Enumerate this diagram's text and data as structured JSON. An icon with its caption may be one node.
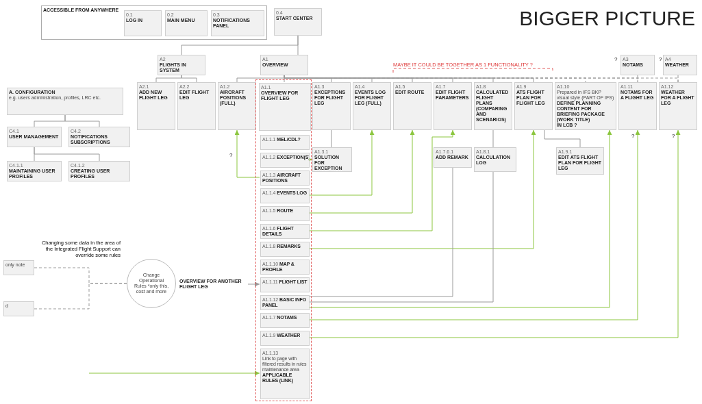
{
  "diagram": {
    "title": "BIGGER PICTURE",
    "nodes": [
      {
        "text": [
          "ACCESSIBLE FROM ANYWHERE"
        ]
      },
      {
        "text": [
          "0.1",
          "LOG IN"
        ],
        "in": 0
      },
      {
        "text": [
          "0.2",
          "MAIN MENU"
        ],
        "in": 0
      },
      {
        "text": [
          "0.3",
          "NOTIFICATIONS PANEL"
        ],
        "in": 0
      },
      {
        "text": [
          "0.4",
          "START CENTER"
        ]
      },
      {
        "text": [
          "A. CONFIGURATION",
          "e.g. users administration, profiles, LRC etc."
        ]
      },
      {
        "text": [
          "C4.1",
          "USER MANAGEMENT"
        ]
      },
      {
        "text": [
          "C4.2",
          "NOTIFICATIONS SUBSCRIPTIONS"
        ]
      },
      {
        "text": [
          "C4.1.1",
          "MAINTAINING USER PROFILES"
        ]
      },
      {
        "text": [
          "C4.1.2",
          "CREATING USER PROFILES"
        ]
      },
      {
        "text": [
          "A2",
          "FLIGHTS IN SYSTEM"
        ]
      },
      {
        "text": [
          "A2.1",
          "ADD NEW FLIGHT LEG"
        ]
      },
      {
        "text": [
          "A2.2",
          "EDIT FLIGHT LEG"
        ]
      },
      {
        "text": [
          "A1",
          "OVERVIEW"
        ]
      },
      {
        "text": [
          "A1.2",
          "AIRCRAFT POSITIONS (FULL)"
        ]
      },
      {
        "text": [
          "A1.1",
          "OVERVIEW FOR FLIGHT LEG"
        ],
        "in": 31
      },
      {
        "text": [
          "A1.3",
          "EXCEPTIONS FOR FLIGHT LEG"
        ]
      },
      {
        "text": [
          "A1.4",
          "EVENTS LOG FOR FLIGHT LEG (FULL)"
        ]
      },
      {
        "text": [
          "A1.5",
          "EDIT ROUTE"
        ]
      },
      {
        "text": [
          "A1.7",
          "EDIT FLIGHT PARAMETERS"
        ]
      },
      {
        "text": [
          "A1.8",
          "CALCULATED FLIGHT PLANS (COMPARING AND SCENARIOS)"
        ]
      },
      {
        "text": [
          "A1.9",
          "ATS FLIGHT PLAN FOR FLIGHT LEG"
        ]
      },
      {
        "text": [
          "A1.10",
          "Prepared in IFS BKP visual style (PART OF IFS)",
          "DEFINE PLANNING CONTENT FOR BRIEFING PACKAGE (WORK TITLE)",
          "IN LCB ?"
        ]
      },
      {
        "text": [
          "A3",
          "NOTAMS"
        ],
        "beside": [
          "?"
        ]
      },
      {
        "text": [
          "A4",
          "WEATHER"
        ],
        "beside": [
          "?"
        ]
      },
      {
        "text": [
          "A1.11",
          "NOTAMS FOR A FLIGHT LEG"
        ],
        "beside": [
          "?"
        ]
      },
      {
        "text": [
          "A1.12",
          "WEATHER FOR A FLIGHT LEG"
        ],
        "beside": [
          "?"
        ]
      },
      {
        "text": [
          "A1.3.1",
          "SOLUTION FOR EXCEPTION"
        ]
      },
      {
        "text": [
          "A1.7.6.1",
          "ADD REMARK"
        ]
      },
      {
        "text": [
          "A1.8.1",
          "CALCULATION LOG"
        ]
      },
      {
        "text": [
          "A1.9.1",
          "EDIT ATS FLIGHT PLAN FOR FLIGHT LEG"
        ]
      },
      {
        "text": [],
        "shape": "box"
      },
      {
        "text": [
          "A1.1.1",
          "MEL/CDL?"
        ],
        "in": 31
      },
      {
        "text": [
          "A1.1.2",
          "EXCEPTION(S)"
        ],
        "in": 31
      },
      {
        "text": [
          "A1.1.3",
          "AIRCRAFT POSITIONS"
        ],
        "in": 31
      },
      {
        "text": [
          "A1.1.4",
          "EVENTS LOG"
        ],
        "in": 31
      },
      {
        "text": [
          "A1.1.5",
          "ROUTE"
        ],
        "in": 31
      },
      {
        "text": [
          "A1.1.6",
          "FLIGHT DETAILS"
        ],
        "in": 31
      },
      {
        "text": [
          "A1.1.8",
          "REMARKS"
        ],
        "in": 31
      },
      {
        "text": [
          "A1.1.10",
          "MAP & PROFILE"
        ],
        "in": 31
      },
      {
        "text": [
          "A1.1.11",
          "FLIGHT LIST"
        ],
        "in": 31
      },
      {
        "text": [
          "A1.1.12",
          "BASIC INFO PANEL"
        ],
        "in": 31
      },
      {
        "text": [
          "A1.1.7",
          "NOTAMS"
        ],
        "in": 31
      },
      {
        "text": [
          "A1.1.9",
          "WEATHER"
        ],
        "in": 31
      },
      {
        "text": [
          "A1.1.13",
          "Link to page with filtered results in rules maintenance area",
          "APPLICABLE RULES (LINK)"
        ],
        "in": 31
      },
      {
        "text": [
          "OVERVIEW FOR ANOTHER FLIGHT LEG"
        ]
      },
      {
        "text": [
          "Change Operational Rules *only this, cost and more"
        ]
      },
      {
        "text": [
          "only note"
        ]
      },
      {
        "text": [
          "d"
        ]
      }
    ],
    "edges": [
      {
        "from": 4,
        "to": 13,
        "arrow": "none"
      },
      {
        "from": 4,
        "to": 10,
        "arrow": "none"
      },
      {
        "from": 10,
        "to": 11,
        "arrow": "none"
      },
      {
        "from": 10,
        "to": 12,
        "arrow": "none"
      },
      {
        "from": 13,
        "to": 15,
        "arrow": "none"
      },
      {
        "from": 13,
        "to": 14,
        "arrow": "none"
      },
      {
        "from": 13,
        "to": 16,
        "arrow": "none"
      },
      {
        "from": 13,
        "to": 17,
        "arrow": "none"
      },
      {
        "from": 13,
        "to": 18,
        "arrow": "none"
      },
      {
        "from": 13,
        "to": 19,
        "arrow": "none"
      },
      {
        "from": 13,
        "to": 20,
        "arrow": "none"
      },
      {
        "from": 13,
        "to": 21,
        "arrow": "none"
      },
      {
        "from": 13,
        "to": 22,
        "arrow": "none",
        "style": "dashed"
      },
      {
        "from": 13,
        "to": 25,
        "arrow": "none",
        "style": "dashed"
      },
      {
        "from": 13,
        "to": 26,
        "arrow": "none",
        "style": "dashed"
      },
      {
        "from": 23,
        "to": 25,
        "arrow": "none",
        "style": "dashed"
      },
      {
        "from": 24,
        "to": 26,
        "arrow": "none",
        "style": "dashed"
      },
      {
        "from": 16,
        "to": 27,
        "arrow": "none"
      },
      {
        "from": 20,
        "to": 29,
        "arrow": "none"
      },
      {
        "from": 21,
        "to": 30,
        "arrow": "none"
      },
      {
        "from": 5,
        "to": 6,
        "arrow": "none"
      },
      {
        "from": 5,
        "to": 7,
        "arrow": "none"
      },
      {
        "from": 6,
        "to": 8,
        "arrow": "none"
      },
      {
        "from": 6,
        "to": 9,
        "arrow": "none"
      },
      {
        "from": 33,
        "to": 27,
        "arrow": "to",
        "color": "#8cc63f"
      },
      {
        "from": 34,
        "to": 14,
        "arrow": "to",
        "color": "#8cc63f"
      },
      {
        "from": 35,
        "to": 17,
        "arrow": "to",
        "color": "#8cc63f"
      },
      {
        "from": 36,
        "to": 18,
        "arrow": "to",
        "color": "#8cc63f"
      },
      {
        "from": 37,
        "to": 19,
        "arrow": "to",
        "color": "#8cc63f"
      },
      {
        "from": 38,
        "to": 21,
        "arrow": "to",
        "color": "#8cc63f"
      },
      {
        "from": 28,
        "to": 41,
        "arrow": "none"
      },
      {
        "from": 29,
        "to": 41,
        "arrow": "none"
      },
      {
        "from": 41,
        "to": 22,
        "arrow": "to",
        "color": "#8cc63f"
      },
      {
        "from": 42,
        "to": 25,
        "arrow": "to",
        "color": "#8cc63f"
      },
      {
        "from": 43,
        "to": 26,
        "arrow": "to",
        "color": "#8cc63f"
      },
      {
        "from": 45,
        "to": 40,
        "arrow": "to"
      },
      {
        "from": null,
        "to": 44,
        "arrow": "to",
        "color": "#8cc63f"
      },
      {
        "from": 47,
        "to": 46,
        "arrow": "none",
        "style": "dashed",
        "label": "Changing some data in the area of the Integrated Flight Support can override some rules"
      },
      {
        "from": 48,
        "to": 46,
        "arrow": "none",
        "style": "dashed"
      }
    ],
    "labels": [
      "MAYBE IT COULD BE TOGETHER AS 1 FUNCTIONALITY ?",
      "?"
    ]
  }
}
